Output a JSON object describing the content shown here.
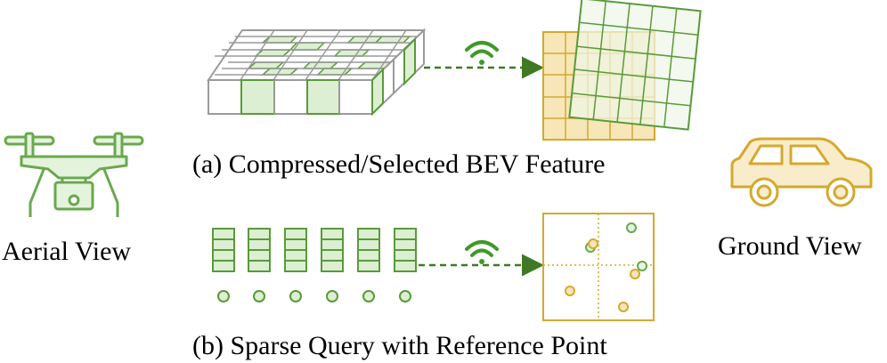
{
  "labels": {
    "aerial_view": "Aerial View",
    "ground_view": "Ground View",
    "caption_a": "(a) Compressed/Selected BEV Feature",
    "caption_b": "(b) Sparse Query with Reference Point"
  },
  "icons": {
    "drone": "drone-icon",
    "car": "car-icon",
    "wifi": "wifi-icon"
  },
  "colors": {
    "green": "#5a9a3a",
    "green_fill": "#dcefd2",
    "gold": "#d4a92e",
    "gold_fill": "#f6e6b8",
    "gray": "#9a9a9a",
    "arrow_green": "#3e7a24"
  }
}
